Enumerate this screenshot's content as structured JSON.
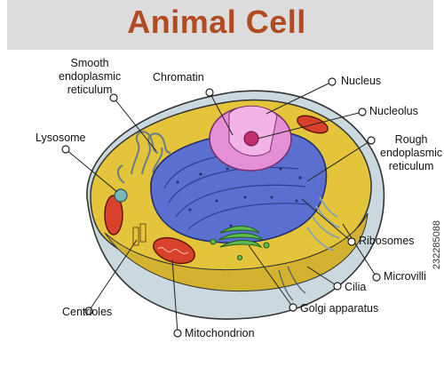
{
  "title": "Animal Cell",
  "labels": {
    "smooth_er": "Smooth\nendoplasmic\nreticulum",
    "chromatin": "Chromatin",
    "nucleus": "Nucleus",
    "nucleolus": "Nucleolus",
    "lysosome": "Lysosome",
    "rough_er": "Rough\nendoplasmic\nreticulum",
    "ribosomes": "Ribosomes",
    "microvilli": "Microvilli",
    "cilia": "Cilia",
    "golgi": "Golgi apparatus",
    "centrioles": "Centrioles",
    "mitochondrion": "Mitochondrion"
  },
  "stock_id": "232285088",
  "colors": {
    "title": "#b24a22",
    "header_bg": "#dcdcdc",
    "cytoplasm": "#e3c43a",
    "membrane": "#c9d9df",
    "nucleus": "#5b6fd0",
    "nucleolus": "#e58fd6",
    "mitochondria": "#d8422c",
    "golgi": "#5dbb50"
  }
}
